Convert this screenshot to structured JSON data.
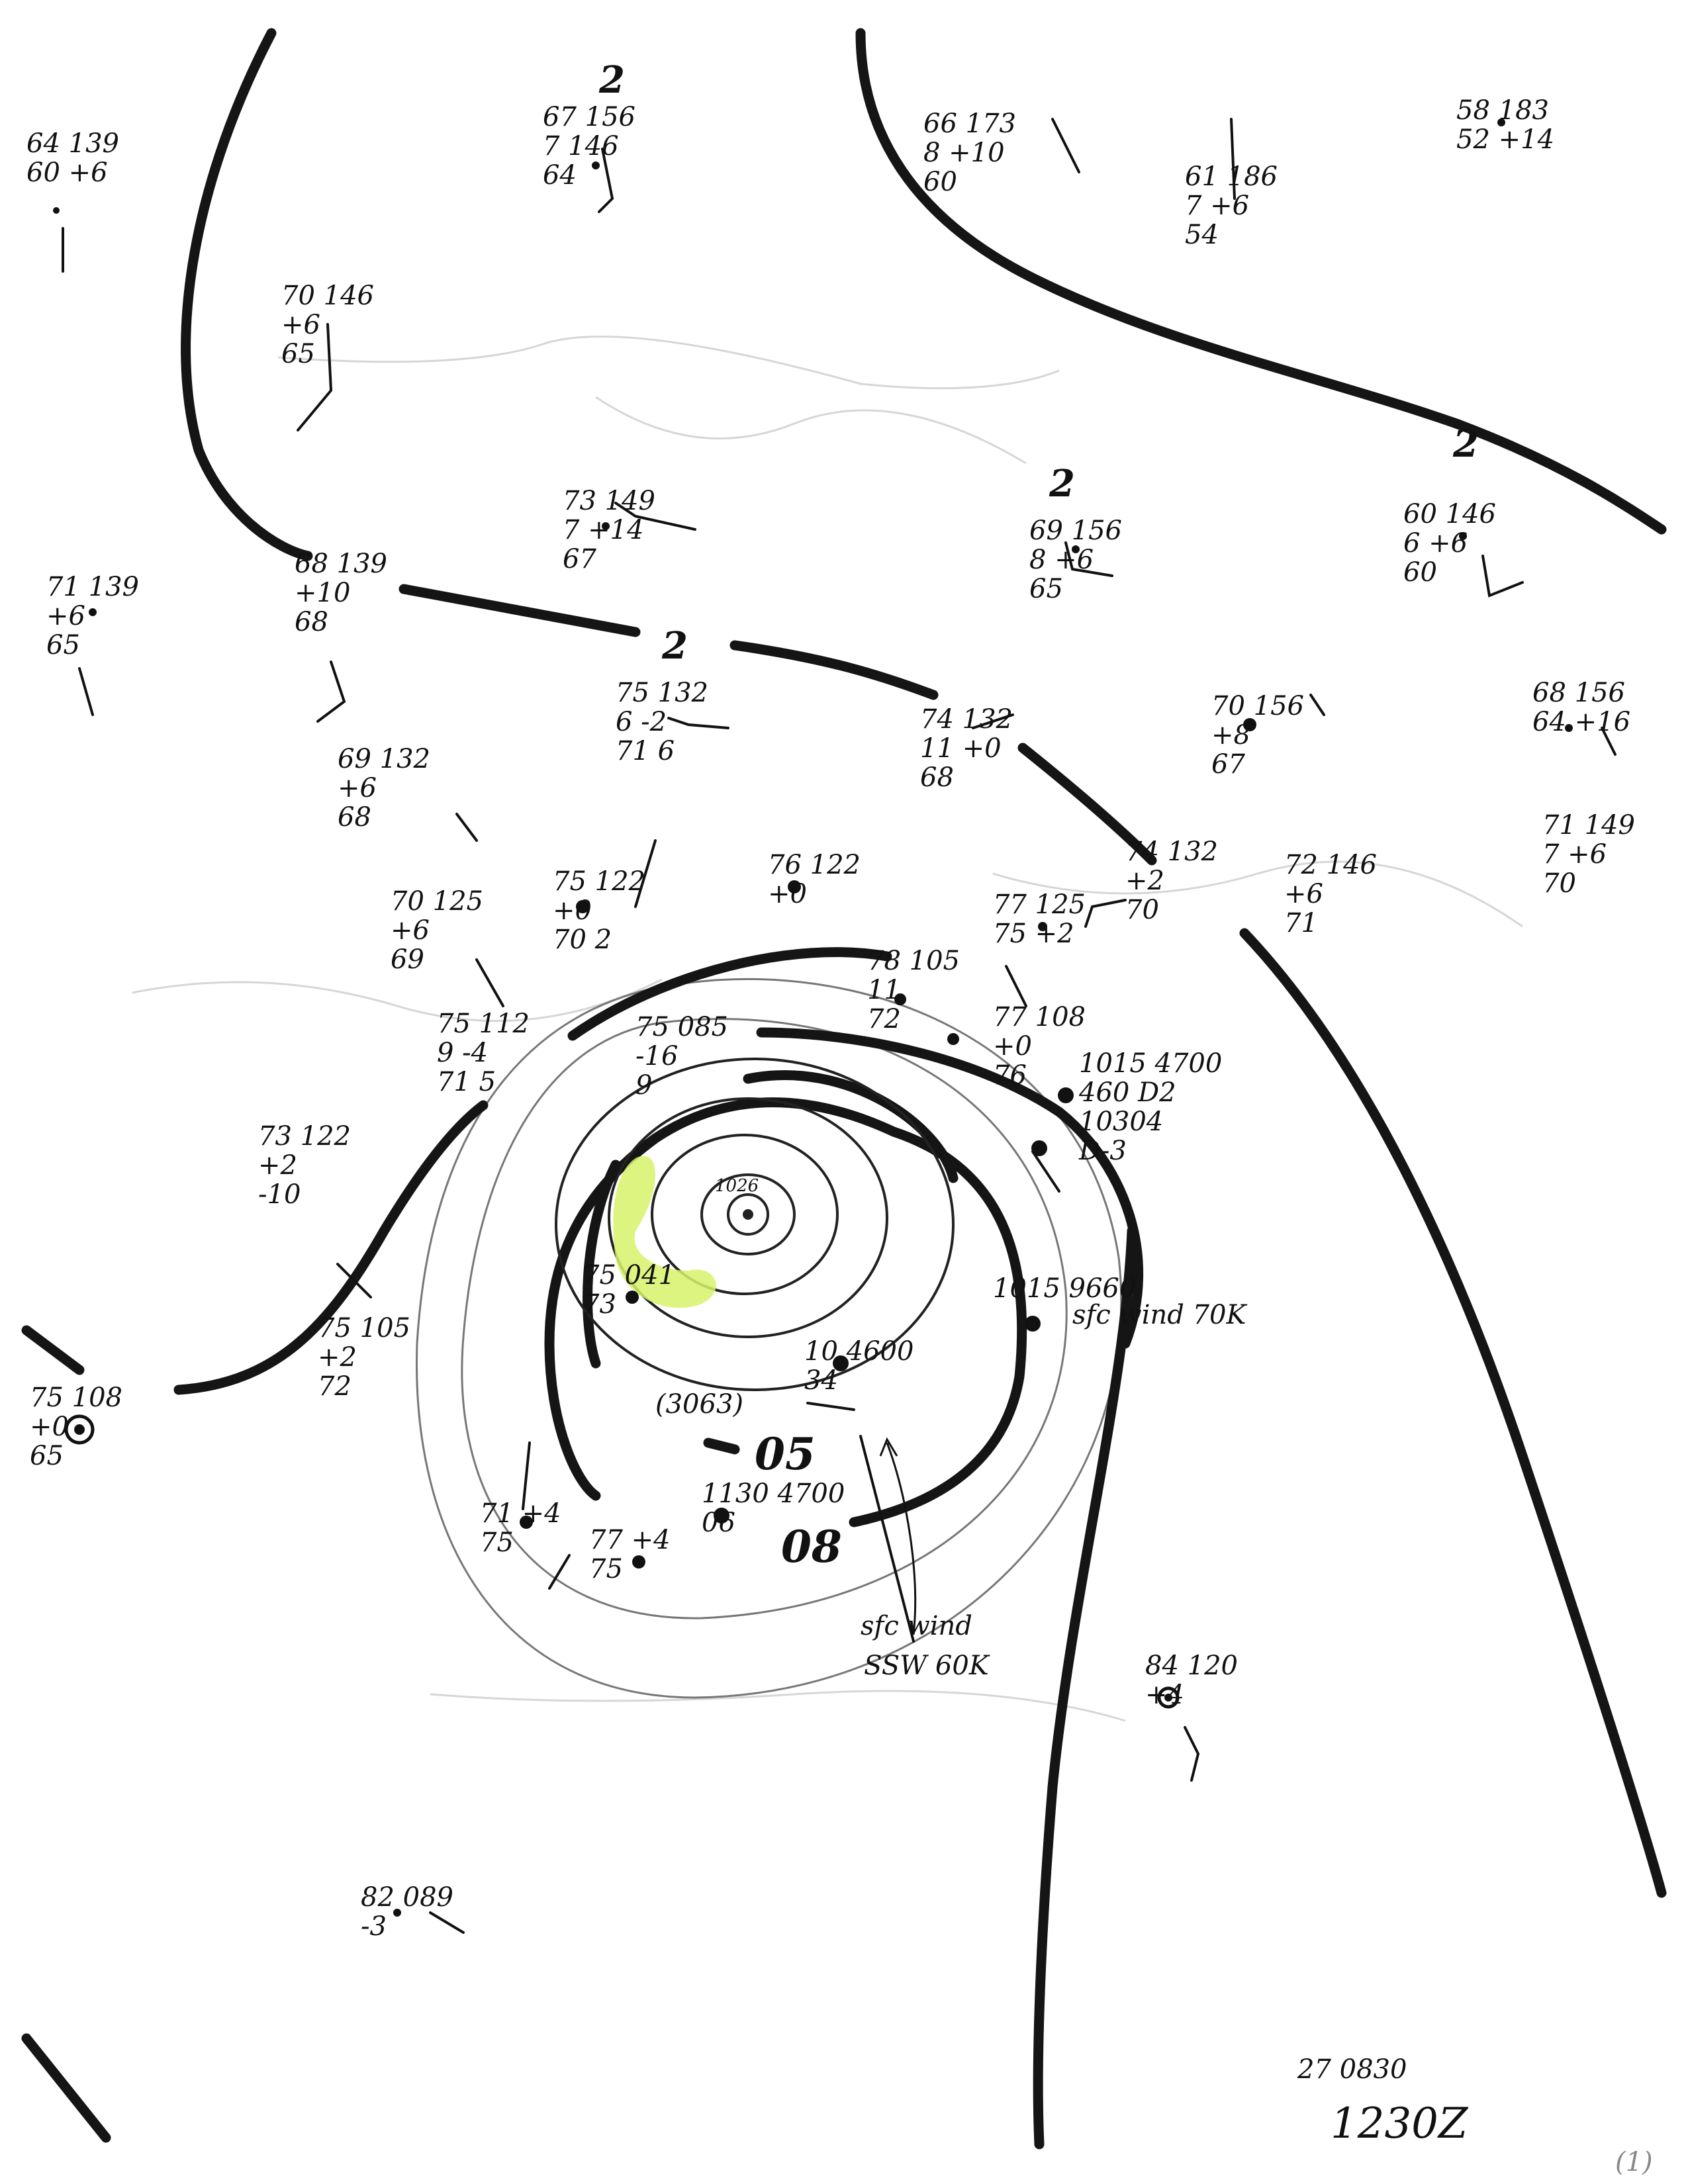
{
  "time_label": "1230Z",
  "date_time_label": "27 0830",
  "page_number": "(1)",
  "highlight_color": "#d8f26a",
  "isobar_labels": [
    {
      "id": "upper-center",
      "text": "2"
    },
    {
      "id": "upper-right",
      "text": "2"
    },
    {
      "id": "east",
      "text": "2"
    },
    {
      "id": "mid",
      "text": "2"
    }
  ],
  "pressure_labels": {
    "inner": "05",
    "outer": "08"
  },
  "annotations": {
    "pressure_note": "(3063)",
    "wind_note_1": "sfc wind 70K",
    "wind_note_2": "sfc wind",
    "wind_note_3": "SSW 60K",
    "center_note": "1026"
  },
  "stations": [
    {
      "id": "s01",
      "lines": [
        "64 139",
        "60 +6"
      ]
    },
    {
      "id": "s02",
      "lines": [
        "67 156",
        "7 146",
        "64"
      ]
    },
    {
      "id": "s03",
      "lines": [
        "66 173",
        "8 +10",
        "60"
      ]
    },
    {
      "id": "s04",
      "lines": [
        "61 186",
        "7 +6",
        "54"
      ]
    },
    {
      "id": "s05",
      "lines": [
        "58 183",
        "52 +14"
      ]
    },
    {
      "id": "s06",
      "lines": [
        "70 146",
        "+6",
        "65"
      ]
    },
    {
      "id": "s07",
      "lines": [
        "73 149",
        "7 +14",
        "67"
      ]
    },
    {
      "id": "s08",
      "lines": [
        "69 156",
        "8 +6",
        "65"
      ]
    },
    {
      "id": "s09",
      "lines": [
        "60 146",
        "6 +6",
        "60"
      ]
    },
    {
      "id": "s10",
      "lines": [
        "71 139",
        "+6",
        "65"
      ]
    },
    {
      "id": "s11",
      "lines": [
        "68 139",
        "+10",
        "68"
      ]
    },
    {
      "id": "s12",
      "lines": [
        "75 132",
        "6 -2",
        "71 6"
      ]
    },
    {
      "id": "s13",
      "lines": [
        "74 132",
        "11 +0",
        "68"
      ]
    },
    {
      "id": "s14",
      "lines": [
        "70 156",
        "+8",
        "67"
      ]
    },
    {
      "id": "s15",
      "lines": [
        "68 156",
        "64 +16"
      ]
    },
    {
      "id": "s16",
      "lines": [
        "69 132",
        "+6",
        "68"
      ]
    },
    {
      "id": "s17",
      "lines": [
        "70 125",
        "+6",
        "69"
      ]
    },
    {
      "id": "s18",
      "lines": [
        "75 122",
        "+0",
        "70 2"
      ]
    },
    {
      "id": "s19",
      "lines": [
        "76 122",
        "+0"
      ]
    },
    {
      "id": "s20",
      "lines": [
        "77 125",
        "75 +2"
      ]
    },
    {
      "id": "s21",
      "lines": [
        "74 132",
        "+2",
        "70"
      ]
    },
    {
      "id": "s22",
      "lines": [
        "72 146",
        "+6",
        "71"
      ]
    },
    {
      "id": "s23",
      "lines": [
        "71 149",
        "7 +6",
        "70"
      ]
    },
    {
      "id": "s24",
      "lines": [
        "75 112",
        "9 -4",
        "71 5"
      ]
    },
    {
      "id": "s25",
      "lines": [
        "75 085",
        "-16",
        "9"
      ]
    },
    {
      "id": "s26",
      "lines": [
        "78 105",
        "11",
        "72"
      ]
    },
    {
      "id": "s27",
      "lines": [
        "77 108",
        "+0",
        "76"
      ]
    },
    {
      "id": "s28",
      "lines": [
        "73 122",
        "+2",
        "-10"
      ]
    },
    {
      "id": "s29",
      "lines": [
        "75 105",
        "+2",
        "72"
      ]
    },
    {
      "id": "s30",
      "lines": [
        "75 108",
        "+0",
        "65"
      ]
    },
    {
      "id": "s31",
      "lines": [
        "75 041",
        "73"
      ]
    },
    {
      "id": "s32",
      "lines": [
        "1015 4700",
        "460 D2",
        "10304",
        "D-3"
      ]
    },
    {
      "id": "s33",
      "lines": [
        "1015 9660"
      ]
    },
    {
      "id": "s34",
      "lines": [
        "10 4600",
        "34"
      ]
    },
    {
      "id": "s35",
      "lines": [
        "1130 4700",
        "06"
      ]
    },
    {
      "id": "s36",
      "lines": [
        "71 +4",
        "75"
      ]
    },
    {
      "id": "s37",
      "lines": [
        "77 +4",
        "75"
      ]
    },
    {
      "id": "s38",
      "lines": [
        "84 120",
        "+4"
      ]
    },
    {
      "id": "s39",
      "lines": [
        "82 089",
        "-3"
      ]
    }
  ]
}
